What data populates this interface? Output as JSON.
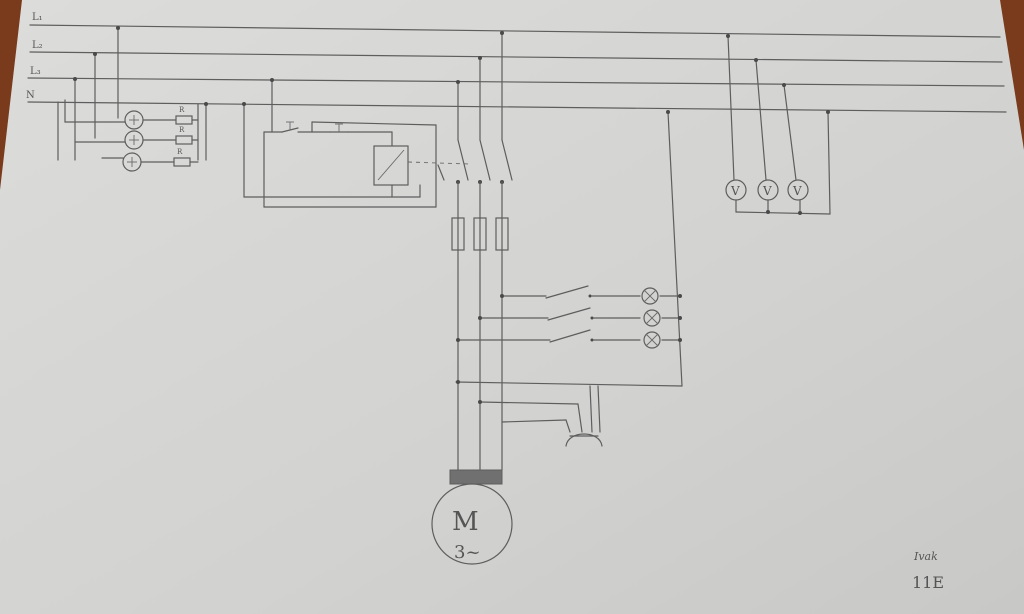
{
  "lines": {
    "l1": "L₁",
    "l2": "L₂",
    "l3": "L₃",
    "n": "N"
  },
  "motor": {
    "symbol": "M",
    "phase": "3~"
  },
  "resistor_labels": [
    "R",
    "R",
    "R"
  ],
  "signature": {
    "name": "Ivak",
    "class": "11E"
  },
  "colors": {
    "paper": "#d3d3d1",
    "pencil": "#5e5e5e",
    "table": "#7a3a1c"
  },
  "elements": {
    "voltmeter_symbol": "V",
    "wattmeter_count": 3,
    "lamp_count": 3,
    "voltmeter_count": 3
  }
}
